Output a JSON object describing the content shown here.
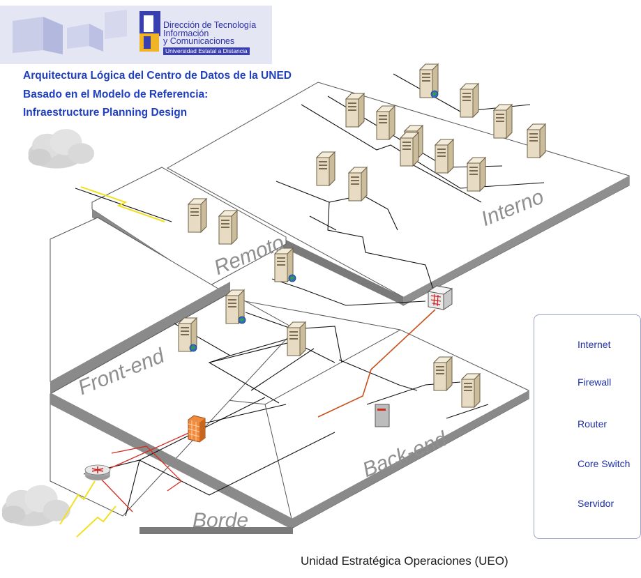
{
  "header": {
    "logo_line1": "Dirección de Tecnología",
    "logo_line2": "Información",
    "logo_line3": "y Comunicaciones",
    "logo_sub": "Universidad Estatal a Distancia"
  },
  "title": {
    "line1": "Arquitectura Lógica del Centro de Datos de la UNED",
    "line2": "Basado en el Modelo de Referencia:",
    "line3": "Infraestructure Planning Design"
  },
  "zones": {
    "interno": "Interno",
    "remoto": "Remoto",
    "front_end": "Front-end",
    "back_end": "Back-end",
    "borde": "Borde"
  },
  "legend": [
    {
      "icon": "cloud-icon",
      "label": "Internet"
    },
    {
      "icon": "firewall-icon",
      "label": "Firewall"
    },
    {
      "icon": "router-icon",
      "label": "Router"
    },
    {
      "icon": "core-switch-icon",
      "label": "Core Switch"
    },
    {
      "icon": "server-icon",
      "label": "Servidor"
    }
  ],
  "footer": "Unidad Estratégica Operaciones (UEO)",
  "colors": {
    "title_blue": "#1f3fbf",
    "zone_text_gray": "#8f8f8f",
    "platform_shadow": "#8a8a8a",
    "red_link": "#d42a20",
    "orange_link": "#c8501a",
    "server_tan": "#e7dcc3"
  }
}
